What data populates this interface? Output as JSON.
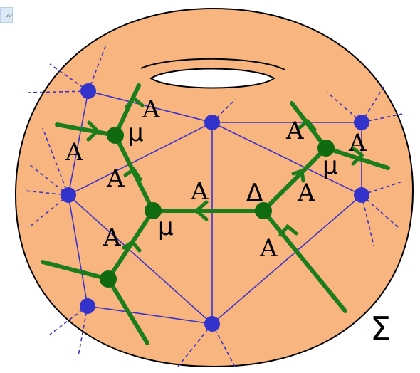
{
  "corner_tag": ",A)",
  "surface_label": "Σ",
  "colors": {
    "surface_fill": "#f9b57f",
    "surface_edge": "#000000",
    "mesh": "#3a35c8",
    "mesh_vertex": "#3333cc",
    "dual_graph": "#1b7d1b",
    "dual_vertex": "#0f6a10"
  },
  "edge_labels": {
    "a1": "A",
    "a2": "A",
    "a3": "A",
    "a4": "A",
    "a5": "A",
    "a6": "A",
    "a7": "A",
    "a8": "A",
    "a9": "A"
  },
  "vertex_labels": {
    "mu_upper_left": "μ",
    "mu_center_left": "μ",
    "mu_upper_right": "μ",
    "delta": "Δ"
  }
}
